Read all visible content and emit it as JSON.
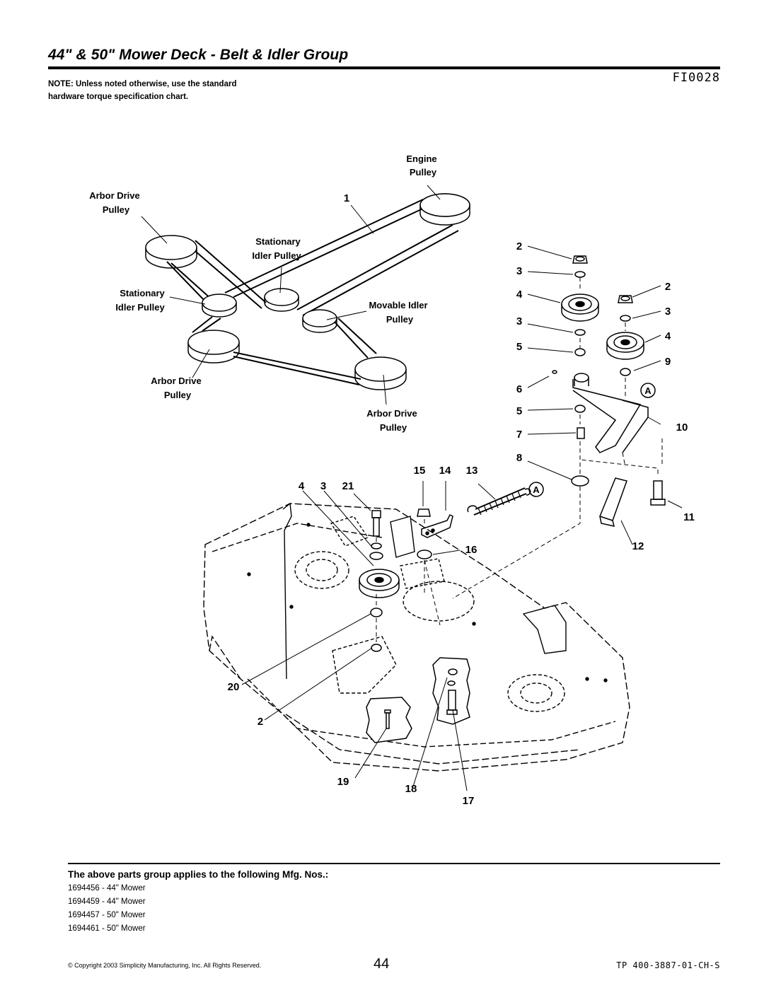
{
  "header": {
    "title": "44\" & 50\" Mower Deck - Belt & Idler Group",
    "figure_code": "FI0028",
    "note": "NOTE: Unless noted otherwise, use the standard hardware torque specification chart."
  },
  "labels": {
    "engine_pulley_1": "Engine",
    "engine_pulley_2": "Pulley",
    "arbor_drive_left_1": "Arbor Drive",
    "arbor_drive_left_2": "Pulley",
    "stationary_center_1": "Stationary",
    "stationary_center_2": "Idler Pulley",
    "stationary_left_1": "Stationary",
    "stationary_left_2": "Idler Pulley",
    "movable_idler_1": "Movable Idler",
    "movable_idler_2": "Pulley",
    "arbor_drive_bottom_1": "Arbor Drive",
    "arbor_drive_bottom_2": "Pulley",
    "arbor_drive_right_1": "Arbor Drive",
    "arbor_drive_right_2": "Pulley"
  },
  "callouts": {
    "n1": "1",
    "c_2a": "2",
    "c_3a": "3",
    "c_4a": "4",
    "c_3b": "3",
    "c_5a": "5",
    "c_6": "6",
    "c_5b": "5",
    "c_7": "7",
    "c_8": "8",
    "c_2b": "2",
    "c_3c": "3",
    "c_4b": "4",
    "c_9": "9",
    "c_A1": "A",
    "c_10": "10",
    "c_11": "11",
    "c_12": "12",
    "c_15": "15",
    "c_14": "14",
    "c_13": "13",
    "c_A2": "A",
    "c_4c": "4",
    "c_3d": "3",
    "c_21": "21",
    "c_16": "16",
    "c_20": "20",
    "c_2c": "2",
    "c_19": "19",
    "c_18": "18",
    "c_17": "17"
  },
  "applies": {
    "heading": "The above parts group applies to the following Mfg. Nos.:",
    "mfg_numbers": [
      "1694456 - 44\" Mower",
      "1694459 - 44\" Mower",
      "1694457 - 50\" Mower",
      "1694461 - 50\" Mower"
    ]
  },
  "footer": {
    "copyright": "© Copyright 2003 Simplicity Manufacturing, Inc. All Rights Reserved.",
    "page_number": "44",
    "doc_code": "TP 400-3887-01-CH-S"
  }
}
